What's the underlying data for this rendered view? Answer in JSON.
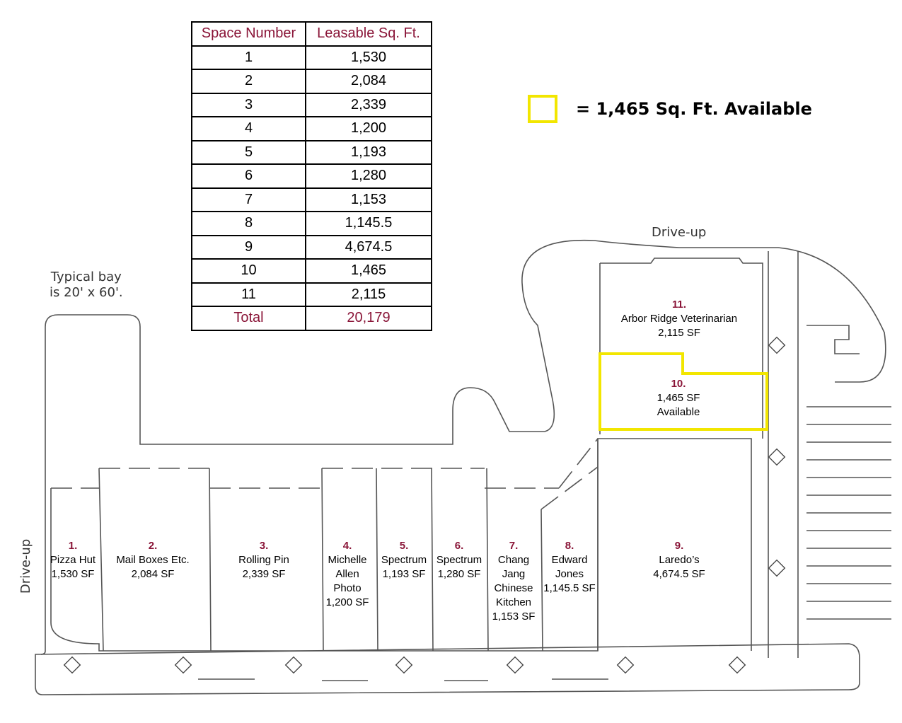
{
  "table": {
    "headers": [
      "Space Number",
      "Leasable Sq. Ft."
    ],
    "rows": [
      [
        "1",
        "1,530"
      ],
      [
        "2",
        "2,084"
      ],
      [
        "3",
        "2,339"
      ],
      [
        "4",
        "1,200"
      ],
      [
        "5",
        "1,193"
      ],
      [
        "6",
        "1,280"
      ],
      [
        "7",
        "1,153"
      ],
      [
        "8",
        "1,145.5"
      ],
      [
        "9",
        "4,674.5"
      ],
      [
        "10",
        "1,465"
      ],
      [
        "11",
        "2,115"
      ]
    ],
    "total": [
      "Total",
      "20,179"
    ]
  },
  "legend": {
    "text": "= 1,465 Sq. Ft. Available",
    "color": "#f2e600"
  },
  "notes": {
    "typical_bay_line1": "Typical bay",
    "typical_bay_line2": "is 20' x 60'.",
    "drive_up_top": "Drive-up",
    "drive_up_left": "Drive-up"
  },
  "spaces": [
    {
      "num": "1.",
      "lines": [
        "Pizza Hut",
        "1,530 SF"
      ]
    },
    {
      "num": "2.",
      "lines": [
        "Mail Boxes Etc.",
        "2,084 SF"
      ]
    },
    {
      "num": "3.",
      "lines": [
        "Rolling Pin",
        "2,339 SF"
      ]
    },
    {
      "num": "4.",
      "lines": [
        "Michelle",
        "Allen",
        "Photo",
        "1,200 SF"
      ]
    },
    {
      "num": "5.",
      "lines": [
        "Spectrum",
        "1,193 SF"
      ]
    },
    {
      "num": "6.",
      "lines": [
        "Spectrum",
        "1,280 SF"
      ]
    },
    {
      "num": "7.",
      "lines": [
        "Chang",
        "Jang",
        "Chinese",
        "Kitchen",
        "1,153 SF"
      ]
    },
    {
      "num": "8.",
      "lines": [
        "Edward",
        "Jones",
        "1,145.5 SF"
      ]
    },
    {
      "num": "9.",
      "lines": [
        "Laredo’s",
        "4,674.5 SF"
      ]
    },
    {
      "num": "10.",
      "lines": [
        "1,465 SF",
        "Available"
      ]
    },
    {
      "num": "11.",
      "lines": [
        "Arbor Ridge Veterinarian",
        "2,115 SF"
      ]
    }
  ],
  "colors": {
    "accent": "#8a1538",
    "available": "#f2e600",
    "line": "#555555"
  }
}
